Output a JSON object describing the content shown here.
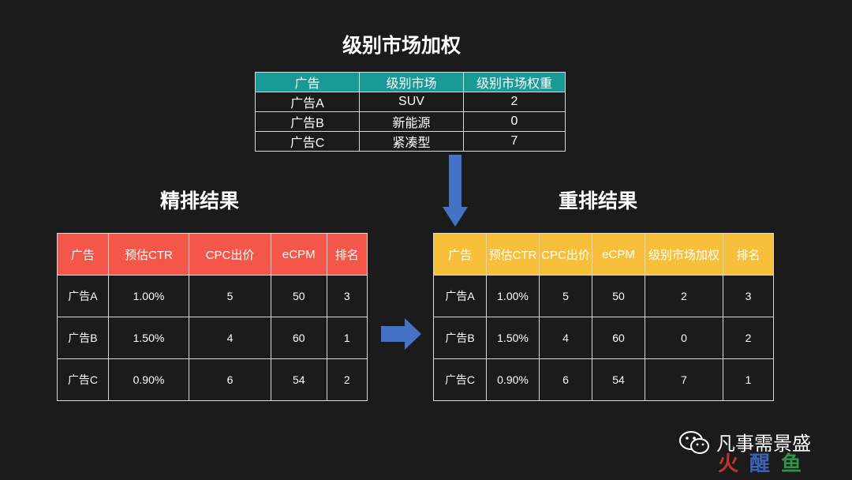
{
  "titles": {
    "top": "级别市场加权",
    "fine": "精排结果",
    "rerank": "重排结果"
  },
  "weight_table": {
    "headers": [
      "广告",
      "级别市场",
      "级别市场权重"
    ],
    "rows": [
      [
        "广告A",
        "SUV",
        "2"
      ],
      [
        "广告B",
        "新能源",
        "0"
      ],
      [
        "广告C",
        "紧凑型",
        "7"
      ]
    ]
  },
  "fine_table": {
    "headers": [
      "广告",
      "预估CTR",
      "CPC出价",
      "eCPM",
      "排名"
    ],
    "rows": [
      [
        "广告A",
        "1.00%",
        "5",
        "50",
        "3"
      ],
      [
        "广告B",
        "1.50%",
        "4",
        "60",
        "1"
      ],
      [
        "广告C",
        "0.90%",
        "6",
        "54",
        "2"
      ]
    ]
  },
  "rerank_table": {
    "headers": [
      "广告",
      "预估CTR",
      "CPC出价",
      "eCPM",
      "级别市场加权",
      "排名"
    ],
    "rows": [
      [
        "广告A",
        "1.00%",
        "5",
        "50",
        "2",
        "3"
      ],
      [
        "广告B",
        "1.50%",
        "4",
        "60",
        "0",
        "2"
      ],
      [
        "广告C",
        "0.90%",
        "6",
        "54",
        "7",
        "1"
      ]
    ]
  },
  "watermark": {
    "account": "凡事需景盛",
    "logo_text": "火醒鱼",
    "icon": "wechat-icon"
  },
  "colors": {
    "background": "#1b1b1c",
    "weight_header": "#1a9a96",
    "fine_header": "#f4574a",
    "rerank_header": "#f8bf3b",
    "arrow": "#4472c4"
  }
}
